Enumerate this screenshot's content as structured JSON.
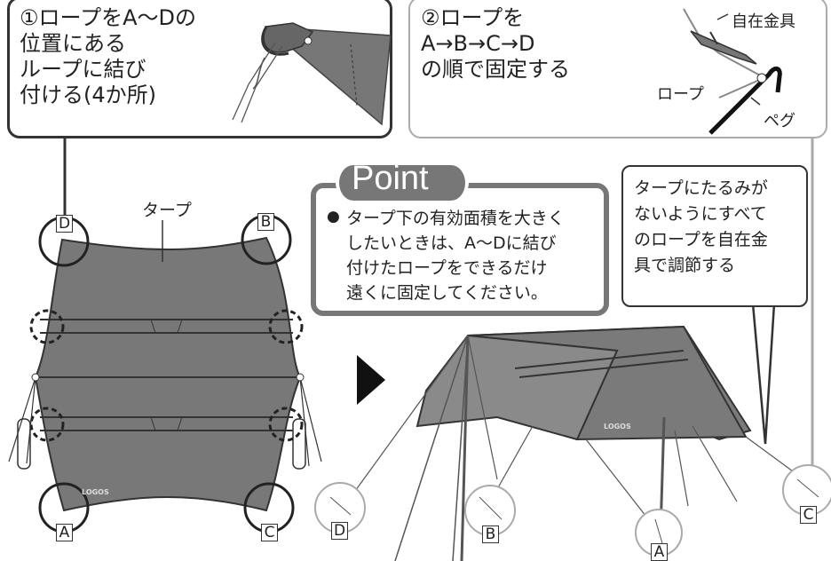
{
  "step1": {
    "text": "①ロープをA〜Dの\n位置にある\nループに結び\n付ける(4か所)"
  },
  "step2": {
    "text": "②ロープを\nA→B→C→D\nの順で固定する",
    "labels": {
      "adjuster": "自在金具",
      "rope": "ロープ",
      "peg": "ペグ"
    }
  },
  "tarp_label": "タープ",
  "point": {
    "title": "Point",
    "bullet": "●",
    "text": "タープ下の有効面積を大きく\nしたいときは、A〜Dに結び\n付けたロープをできるだけ\n遠くに固定してください。"
  },
  "callout": {
    "text": "タープにたるみが\nないようにすべて\nのロープを自在金\n具で調節する"
  },
  "corner_labels": {
    "a": "A",
    "b": "B",
    "c": "C",
    "d": "D"
  },
  "brand": "LOGOS"
}
